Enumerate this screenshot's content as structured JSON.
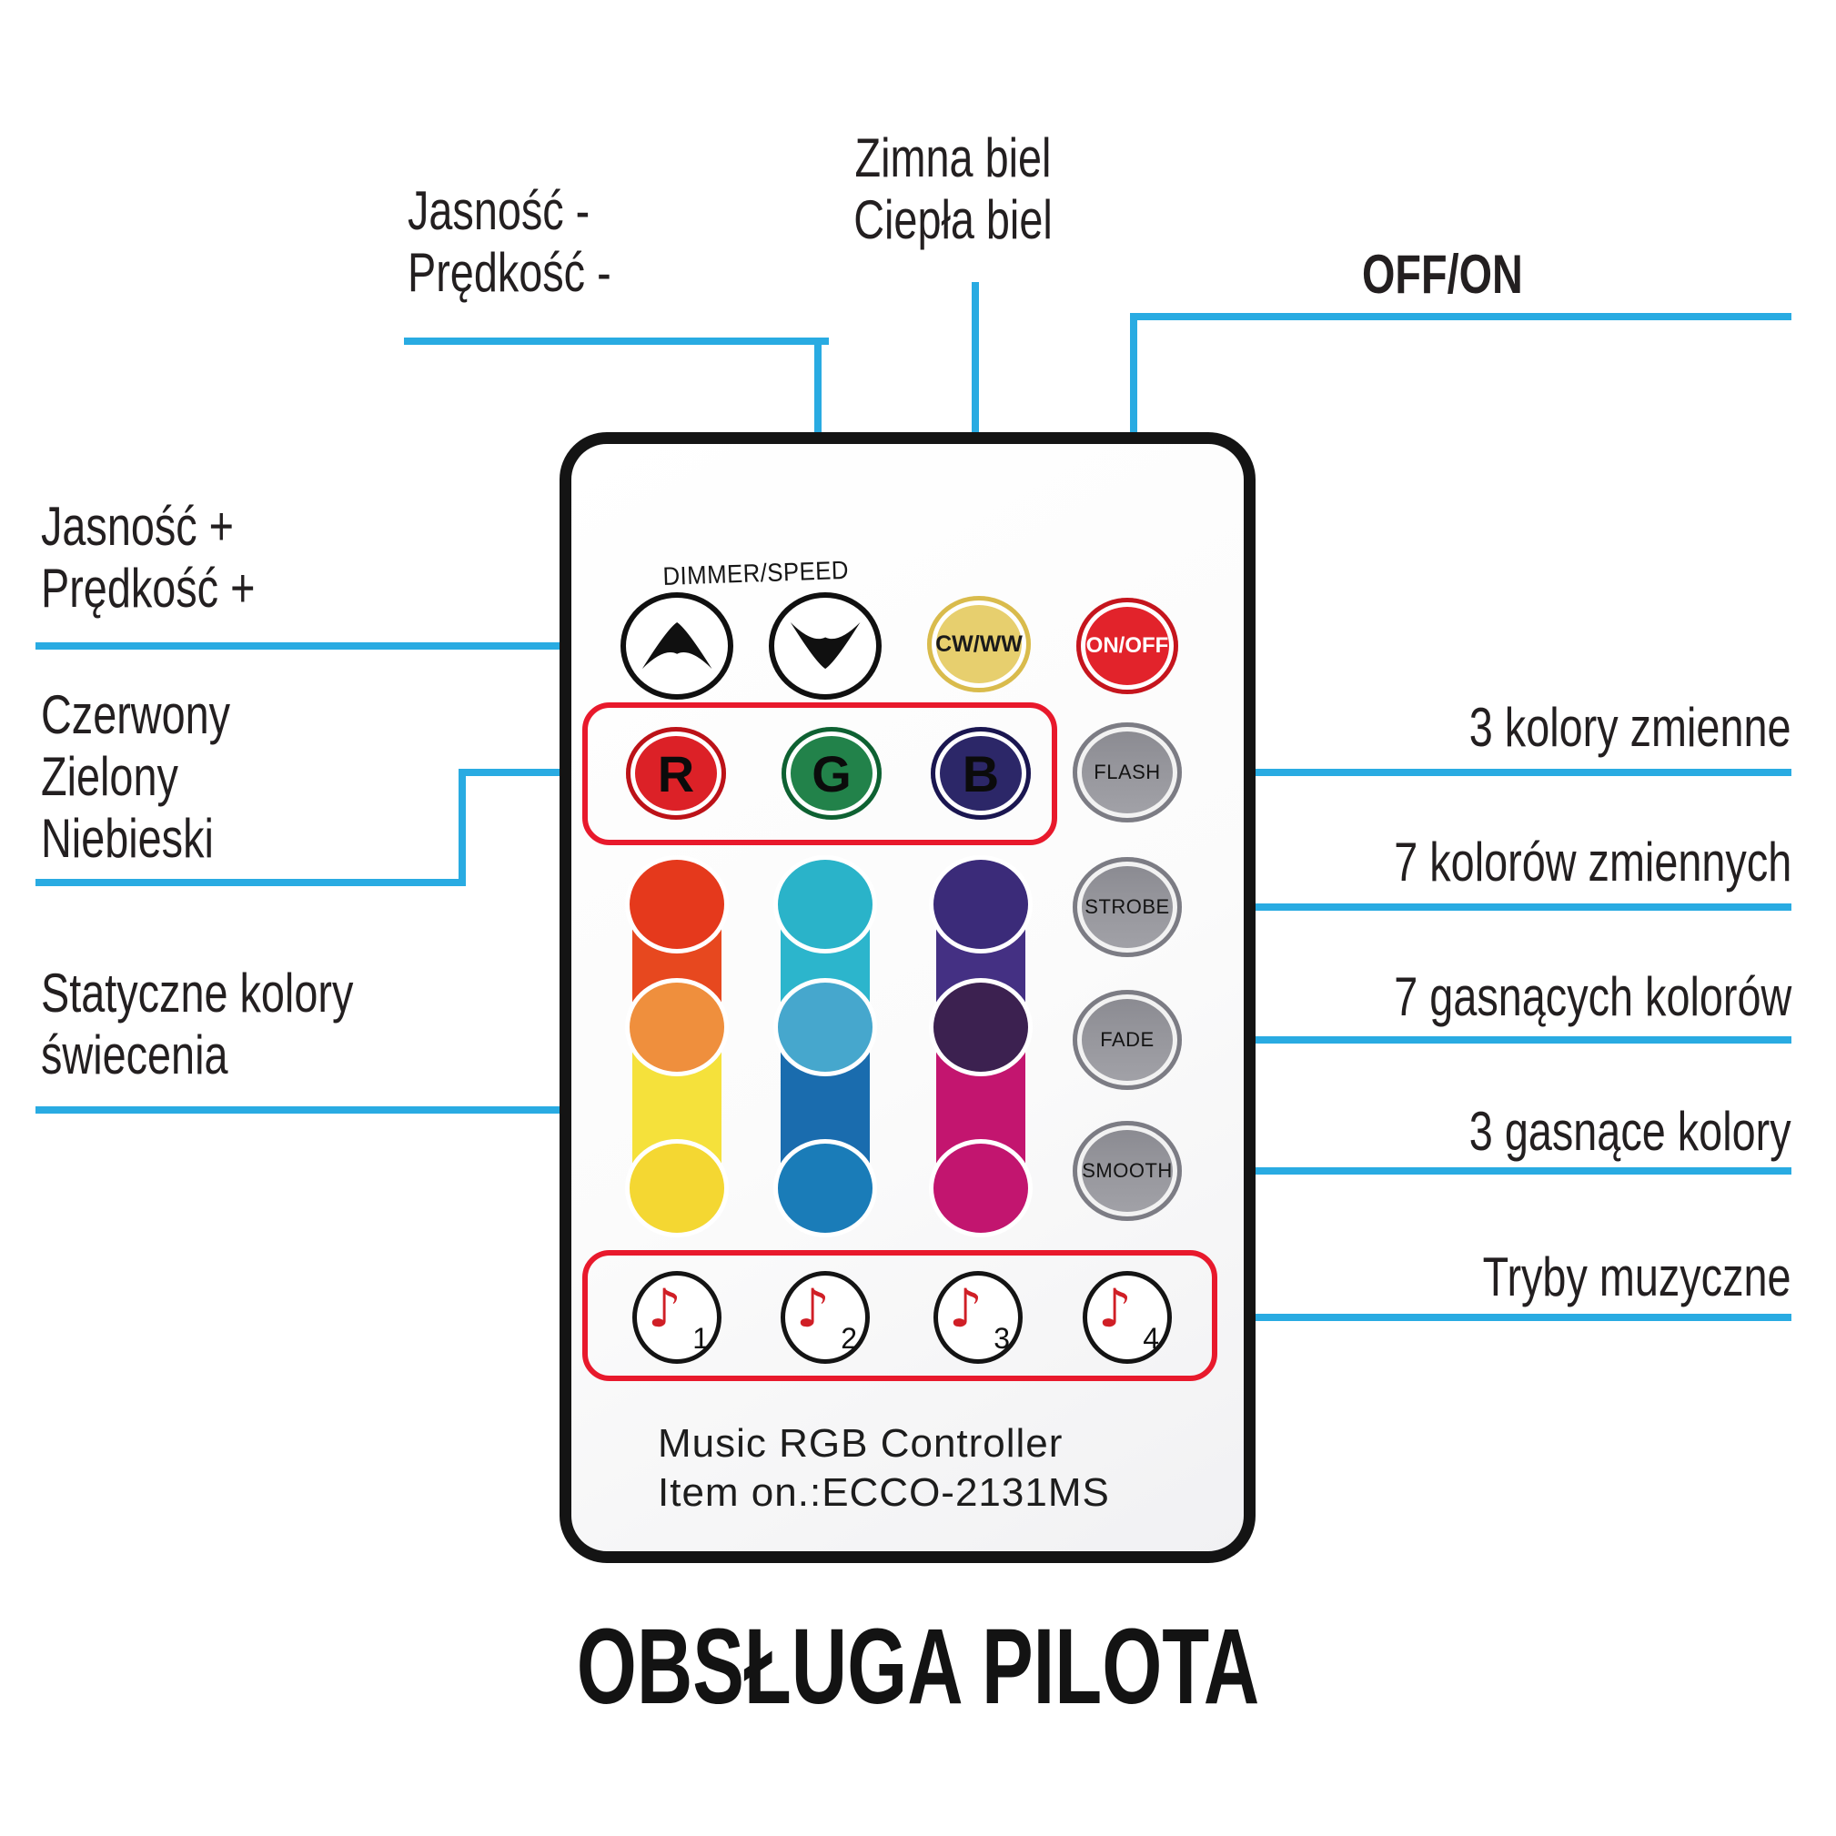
{
  "title": "OBSŁUGA PILOTA",
  "palette": {
    "arrow_blue": "#29abe2",
    "group_outline_red": "#e8192c",
    "label_text": "#231f20",
    "remote_border": "#141414",
    "onoff_red": "#e2232b",
    "cwww_yellow": "#e7cf6e",
    "mode_button_gray": "#96969c",
    "r_button_red": "#dc2127",
    "g_button_green": "#22824a",
    "b_button_navy": "#2c2768",
    "music_note_red": "#d01f26"
  },
  "annotations": {
    "brightness_minus_line1": "Jasność -",
    "brightness_minus_line2": "Prędkość -",
    "white_line1": "Zimna biel",
    "white_line2": "Ciepła biel",
    "off_on": "OFF/ON",
    "brightness_plus_line1": "Jasność +",
    "brightness_plus_line2": "Prędkość +",
    "rgb_line1": "Czerwony",
    "rgb_line2": "Zielony",
    "rgb_line3": "Niebieski",
    "static_line1": "Statyczne kolory",
    "static_line2": "świecenia",
    "flash_label": "3 kolory zmienne",
    "strobe_label": "7 kolorów zmiennych",
    "fade_label": "7 gasnących kolorów",
    "smooth_label": "3 gasnące kolory",
    "music_label": "Tryby muzyczne"
  },
  "remote": {
    "dimmer_speed_label": "DIMMER/SPEED",
    "buttons": {
      "cw_ww": "CW/WW",
      "on_off": "ON/OFF",
      "red": "R",
      "green": "G",
      "blue": "B",
      "flash": "FLASH",
      "strobe": "STROBE",
      "fade": "FADE",
      "smooth": "SMOOTH"
    },
    "music_note": "♪",
    "music_numbers": [
      "1",
      "2",
      "3",
      "4"
    ],
    "color_grid": {
      "columns": [
        {
          "top": "#e5391c",
          "band_top": "#e7481f",
          "middle": "#ef8f3d",
          "band_bottom": "#f5e13b",
          "bottom": "#f4d732"
        },
        {
          "top": "#2ab3c9",
          "band_top": "#2cb5cc",
          "middle": "#46a7cd",
          "band_bottom": "#1a6cae",
          "bottom": "#1a7cb8"
        },
        {
          "top": "#3b2b79",
          "band_top": "#443083",
          "middle": "#3c2150",
          "band_bottom": "#c3156f",
          "bottom": "#c2156f"
        }
      ]
    },
    "footer_line1": "Music RGB Controller",
    "footer_line2": "Item on.:ECCO-2131MS"
  }
}
